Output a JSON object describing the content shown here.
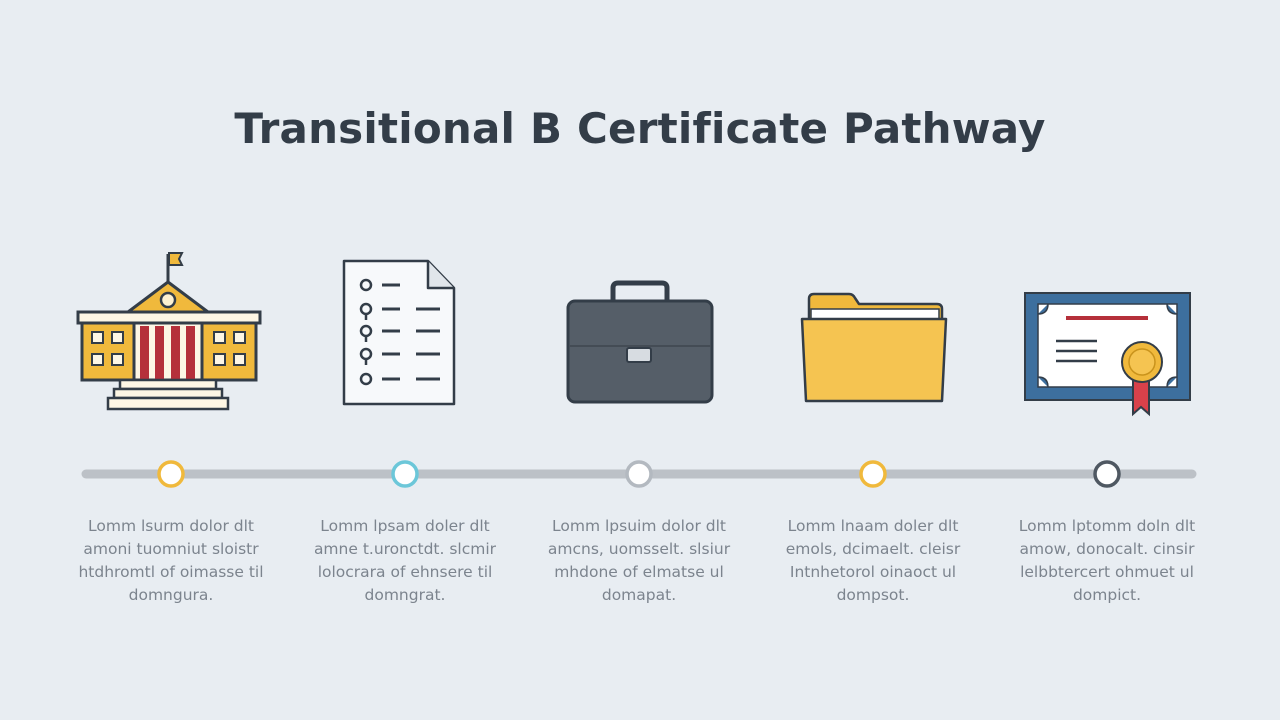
{
  "title": "Transitional B Certificate Pathway",
  "steps": [
    {
      "icon": "school-building-icon",
      "marker_color": "#f0b93c",
      "text": "Lomm lsurm dolor dlt\namoni tuomniut sloistr\nhtdhromtl of oimasse til\ndomngura."
    },
    {
      "icon": "checklist-document-icon",
      "marker_color": "#6cc7d9",
      "text": "Lomm lpsam doler dlt\namne t.uronctdt. slcmir\nlolocrara of ehnsere til\ndomngrat."
    },
    {
      "icon": "briefcase-icon",
      "marker_color": "#b3b9c0",
      "text": "Lomm lpsuim dolor dlt\namcns, uomsselt. slsiur\nmhdone of elmatse ul\ndomapat."
    },
    {
      "icon": "folder-icon",
      "marker_color": "#f0b93c",
      "text": "Lomm lnaam doler dlt\nemols, dcimaelt. cleisr\nIntnhetorol oinaoct ul\ndompsot."
    },
    {
      "icon": "certificate-icon",
      "marker_color": "#4f5862",
      "text": "Lomm lptomm doln dlt\namow, donocalt. cinsir\nlelbbtercert ohmuet ul\ndompict."
    }
  ]
}
